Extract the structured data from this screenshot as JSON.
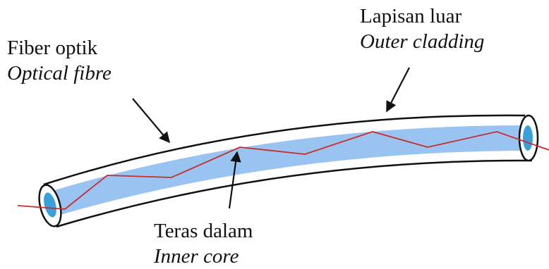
{
  "labels": {
    "fiber": {
      "malay": "Fiber optik",
      "english": "Optical fibre"
    },
    "outer": {
      "malay": "Lapisan luar",
      "english": "Outer cladding"
    },
    "core": {
      "malay": "Teras dalam",
      "english": "Inner core"
    }
  },
  "colors": {
    "core": "#99c4f2",
    "core_end": "#3aa0dc",
    "ray": "#cc2a2a",
    "outline": "#111111"
  }
}
